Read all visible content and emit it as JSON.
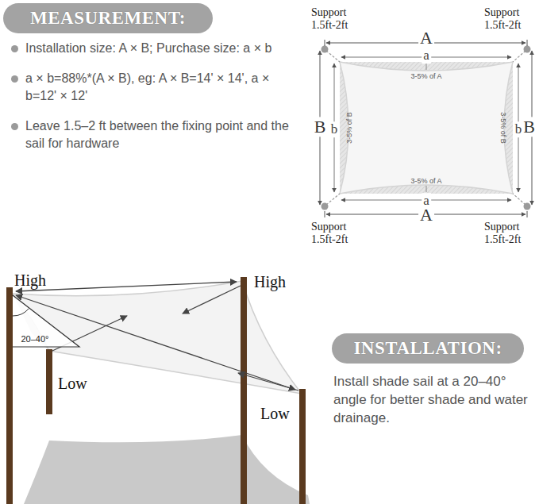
{
  "diagram": {
    "nodes": [
      {
        "text": [
          "MEASUREMENT:"
        ]
      },
      {
        "text": [
          "INSTALLATION:"
        ]
      }
    ],
    "labels": [
      "Installation size: A × B; Purchase size: a × b",
      "a × b=88%*(A × B), eg: A × B=14' × 14', a × b=12' × 12'",
      "Leave 1.5–2 ft between the fixing point and the sail for hardware",
      "Support 1.5ft-2ft",
      "Support 1.5ft-2ft",
      "A",
      "a",
      "3-5% of A",
      "B",
      "b",
      "3-5% of B",
      "3-5% of B",
      "b",
      "B",
      "3-5% of A",
      "a",
      "A",
      "Support 1.5ft-2ft",
      "Support 1.5ft-2ft",
      "High",
      "High",
      "20–40°",
      "Low",
      "Low",
      "Install shade sail at a 20–40° angle for better shade and water drainage."
    ]
  }
}
